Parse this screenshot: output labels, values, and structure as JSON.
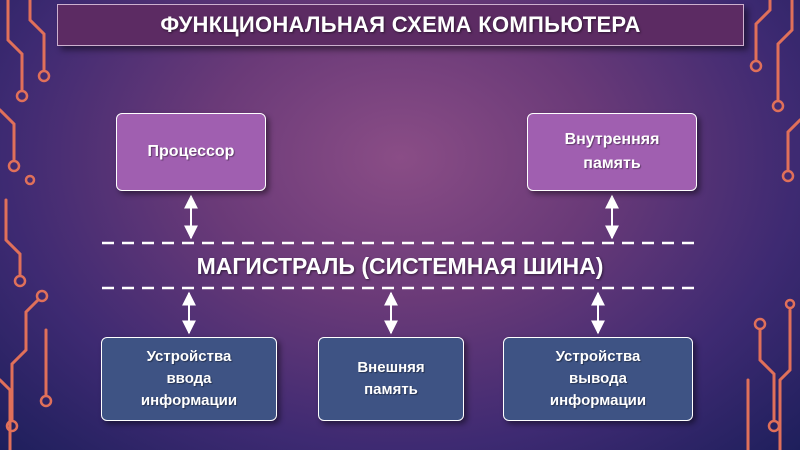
{
  "title": "ФУНКЦИОНАЛЬНАЯ СХЕМА КОМПЬЮТЕРА",
  "bus": {
    "label": "МАГИСТРАЛЬ (СИСТЕМНАЯ ШИНА)"
  },
  "nodes": {
    "processor": {
      "lines": [
        "Процессор"
      ]
    },
    "internal_memory": {
      "lines": [
        "Внутренняя",
        "память"
      ]
    },
    "input_devices": {
      "lines": [
        "Устройства",
        "ввода",
        "информации"
      ]
    },
    "external_memory": {
      "lines": [
        "Внешняя",
        "память"
      ]
    },
    "output_devices": {
      "lines": [
        "Устройства",
        "вывода",
        "информации"
      ]
    }
  },
  "colors": {
    "top_box": "#a05fb0",
    "bottom_box": "#3e5384",
    "title_bar": "#5c2b63",
    "circuit_lines": "#e0705a"
  }
}
